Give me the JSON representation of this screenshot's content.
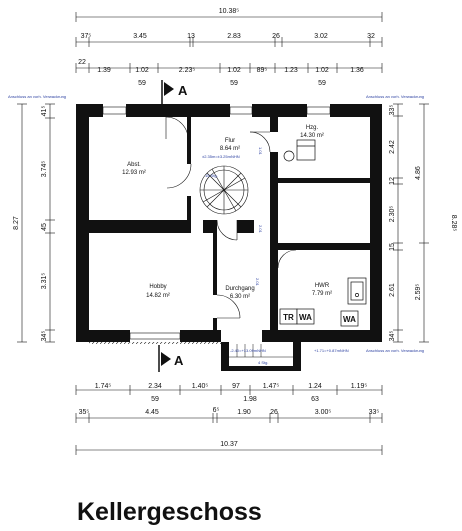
{
  "title": "Kellergeschoss",
  "top_overall": "10.38⁵",
  "bottom_overall": "10.37",
  "top_row1": [
    "37⁵",
    "3.45",
    "13",
    "2.83",
    "26",
    "3.02",
    "32"
  ],
  "top_row2": [
    "22",
    "1.39",
    "1.02",
    "2.23⁵",
    "1.02",
    "89⁵",
    "1.23",
    "1.02",
    "1.36"
  ],
  "top_row2_sub": [
    "59",
    "59",
    "59"
  ],
  "bottom_row1": [
    "1.74⁵",
    "2.34",
    "1.40⁵",
    "97",
    "1.47⁵",
    "1.24",
    "1.19⁵"
  ],
  "bottom_row1_sub": [
    "59",
    "1.98",
    "63"
  ],
  "bottom_row2": [
    "35⁵",
    "4.45",
    "6⁵",
    "1.90",
    "26",
    "3.00⁵",
    "33⁵"
  ],
  "left_overall": "8.27",
  "left_dims": [
    "41⁵",
    "3.74⁵",
    "45",
    "3.31⁵",
    "34⁵"
  ],
  "right_inner_dims": [
    "33⁵",
    "2.42",
    "12",
    "2.30⁵",
    "15",
    "2.61",
    "34⁵"
  ],
  "right_outer_dims": [
    "4.86",
    "2.59⁵"
  ],
  "right_overall": "8.28⁵",
  "section_mark": "A",
  "connection_note": "Anschluss an vorh. Verwackrung",
  "rooms": [
    {
      "name": "Abst.",
      "area": "12.93 m²"
    },
    {
      "name": "Flur",
      "area": "8.64 m²"
    },
    {
      "name": "Hzg.",
      "area": "14.30 m²"
    },
    {
      "name": "Hobby",
      "area": "14.82 m²"
    },
    {
      "name": "Durchgang",
      "area": "6.30 m²"
    },
    {
      "name": "HWR",
      "area": "7.79 m²"
    }
  ],
  "stair_note": "±2.35m=±3.25mNHN",
  "stair_steps": "15 Stg.",
  "lower_stair_steps": "4 Stg.",
  "level_note_left": "-2.40=+13.09mNHN",
  "level_note_right": "+1.71=+0.87mNHN",
  "fixtures": [
    "TR",
    "WA",
    "WA"
  ],
  "wall_labels": [
    "1.01",
    "2.01",
    "2.01",
    "2.01"
  ]
}
